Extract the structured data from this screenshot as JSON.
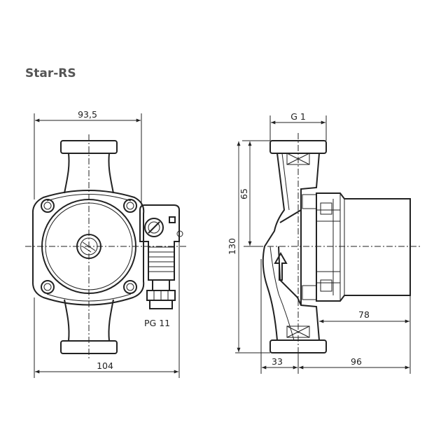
{
  "title": "Star-RS",
  "dims": {
    "top_width": "93,5",
    "bottom_width": "104",
    "cable_gland": "PG 11",
    "thread": "G 1",
    "height_half": "65",
    "total_height": "130",
    "motor_length": "78",
    "inlet_offset": "33",
    "right_length": "96"
  },
  "colors": {
    "line": "#222222",
    "shade": "#c9c9c9",
    "title": "#555555"
  }
}
